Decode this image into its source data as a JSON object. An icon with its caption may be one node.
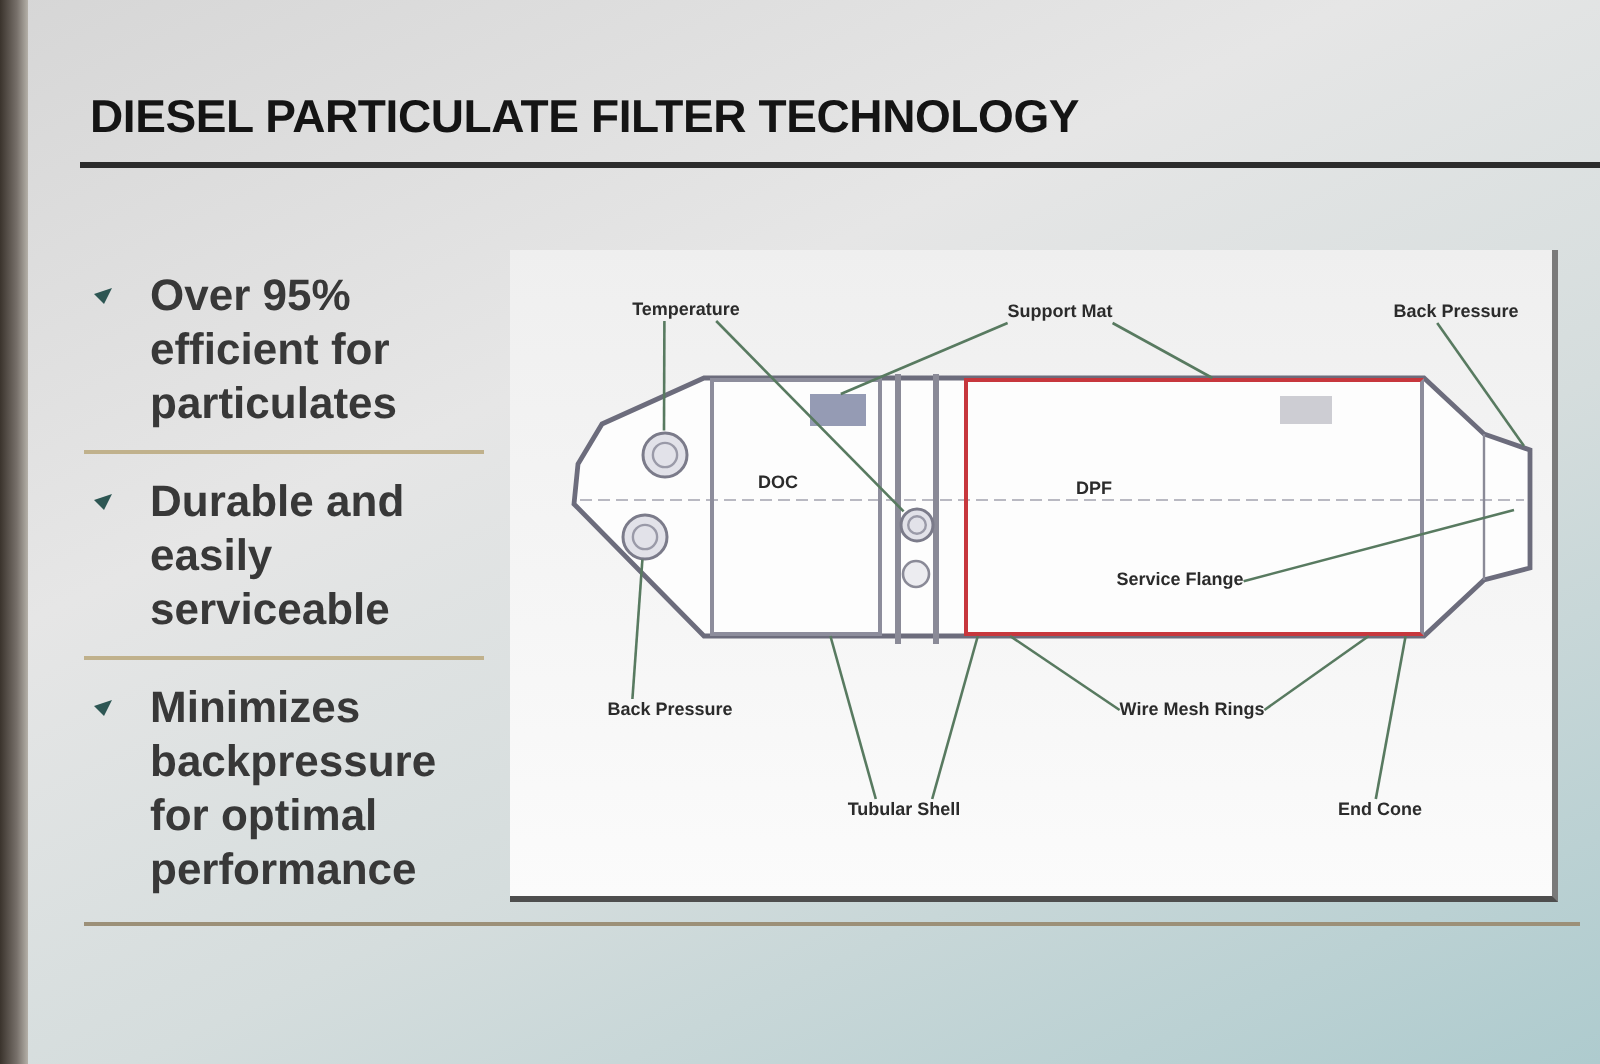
{
  "diagram": {
    "title": "DIESEL PARTICULATE FILTER TECHNOLOGY",
    "nodes": [
      {
        "text": [
          "Temperature"
        ]
      },
      {
        "text": [
          "Support Mat"
        ]
      },
      {
        "text": [
          "Back Pressure"
        ]
      },
      {
        "text": [
          "DOC"
        ]
      },
      {
        "text": [
          "DPF"
        ]
      },
      {
        "text": [
          "Service Flange"
        ],
        "in": 4
      },
      {
        "text": [
          "Back Pressure"
        ]
      },
      {
        "text": [
          "Wire Mesh Rings"
        ]
      },
      {
        "text": [
          "Tubular Shell"
        ]
      },
      {
        "text": [
          "End Cone"
        ]
      },
      {
        "text": [],
        "shape": "circle"
      },
      {
        "text": [],
        "shape": "circle"
      },
      {
        "text": [],
        "shape": "circle"
      },
      {
        "text": [],
        "shape": "box",
        "in": 3
      }
    ],
    "edges": [
      {
        "from": 0,
        "to": 10,
        "arrow": "none"
      },
      {
        "from": 0,
        "to": 12,
        "arrow": "none"
      },
      {
        "from": 1,
        "to": 13,
        "arrow": "none"
      },
      {
        "from": 1,
        "to": 4,
        "arrow": "none"
      },
      {
        "from": 2,
        "to": null,
        "arrow": "none"
      },
      {
        "from": 5,
        "to": null,
        "arrow": "none"
      },
      {
        "from": 6,
        "to": 11,
        "arrow": "none"
      },
      {
        "from": 7,
        "to": 4,
        "arrow": "none"
      },
      {
        "from": 7,
        "to": 4,
        "arrow": "none"
      },
      {
        "from": 8,
        "to": 3,
        "arrow": "none"
      },
      {
        "from": 8,
        "to": 4,
        "arrow": "none"
      },
      {
        "from": 9,
        "to": 4,
        "arrow": "none"
      }
    ],
    "labels": [
      "Over 95% efficient for particulates",
      "Durable and easily serviceable",
      "Minimizes backpressure for optimal performance"
    ]
  }
}
